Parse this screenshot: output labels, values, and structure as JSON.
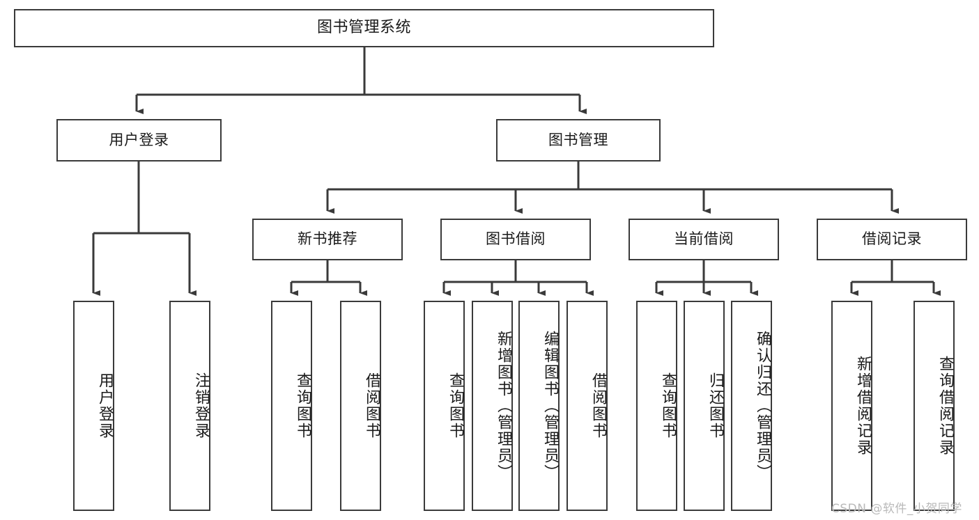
{
  "diagram": {
    "title": "图书管理系统",
    "type": "tree-hierarchy-chart",
    "orientation": "top-down",
    "colors": {
      "box_border": "#3a3a3a",
      "box_fill": "#ffffff",
      "connector": "#3a3a3a",
      "text": "#1a1a1a",
      "watermark": "#b9b9b9",
      "background": "#ffffff"
    }
  },
  "root": {
    "label": "图书管理系统"
  },
  "level2": [
    {
      "label": "用户登录"
    },
    {
      "label": "图书管理"
    }
  ],
  "level3": [
    {
      "label": "新书推荐"
    },
    {
      "label": "图书借阅"
    },
    {
      "label": "当前借阅"
    },
    {
      "label": "借阅记录"
    }
  ],
  "leaves": {
    "user_login": [
      {
        "label": "用户登录"
      },
      {
        "label": "注销登录"
      }
    ],
    "new_book_recommend": [
      {
        "label": "查询图书"
      },
      {
        "label": "借阅图书"
      }
    ],
    "book_borrow": [
      {
        "label": "查询图书"
      },
      {
        "label": "新增图书（管理员）"
      },
      {
        "label": "编辑图书（管理员）"
      },
      {
        "label": "借阅图书"
      }
    ],
    "current_borrow": [
      {
        "label": "查询图书"
      },
      {
        "label": "归还图书"
      },
      {
        "label": "确认归还（管理员）"
      }
    ],
    "borrow_record": [
      {
        "label": "新增借阅记录"
      },
      {
        "label": "查询借阅记录"
      }
    ]
  },
  "watermark": {
    "text": "CSDN @软件_小贺同学"
  }
}
